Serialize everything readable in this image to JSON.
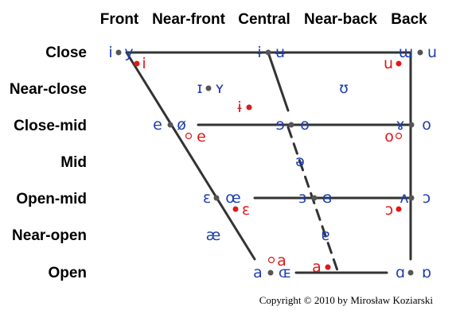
{
  "colors": {
    "rounded_alt": "#e01818",
    "standard": "#1f3fae",
    "dot": "#555555",
    "line": "#333333"
  },
  "columns": [
    "Front",
    "Near-front",
    "Central",
    "Near-back",
    "Back"
  ],
  "rows": [
    "Close",
    "Near-close",
    "Close-mid",
    "Mid",
    "Open-mid",
    "Near-open",
    "Open"
  ],
  "vowels": {
    "close_front_pair": {
      "unrounded": "i",
      "rounded": "y"
    },
    "close_front_red": "i",
    "close_central_pair": {
      "unrounded": "ɨ",
      "rounded": "ʉ"
    },
    "close_back_pair": {
      "unrounded": "ɯ",
      "rounded": "u"
    },
    "close_back_red": "u",
    "near_close_front": {
      "unrounded": "ɪ",
      "rounded": "ʏ"
    },
    "near_close_back": "ʊ",
    "near_close_central_red": "ɨ",
    "close_mid_front_pair": {
      "unrounded": "e",
      "rounded": "ø"
    },
    "close_mid_front_red": "e",
    "close_mid_central_pair": {
      "unrounded": "ɘ",
      "rounded": "ɵ"
    },
    "close_mid_back_pair": {
      "unrounded": "ɤ",
      "rounded": "o"
    },
    "close_mid_back_red": "o",
    "mid_central": "ə",
    "open_mid_front_pair": {
      "unrounded": "ɛ",
      "rounded": "œ"
    },
    "open_mid_front_red": "ɛ",
    "open_mid_central_pair": {
      "unrounded": "ɜ",
      "rounded": "ɞ"
    },
    "open_mid_back_pair": {
      "unrounded": "ʌ",
      "rounded": "ɔ"
    },
    "open_mid_back_red": "ɔ",
    "near_open_front": "æ",
    "near_open_central": "ɐ",
    "open_front_pair": {
      "unrounded": "a",
      "rounded": "ɶ"
    },
    "open_front_red": "a",
    "open_central_red": "a",
    "open_back_pair": {
      "unrounded": "ɑ",
      "rounded": "ɒ"
    }
  },
  "copyright": "Copyright © 2010 by Mirosław Koziarski"
}
